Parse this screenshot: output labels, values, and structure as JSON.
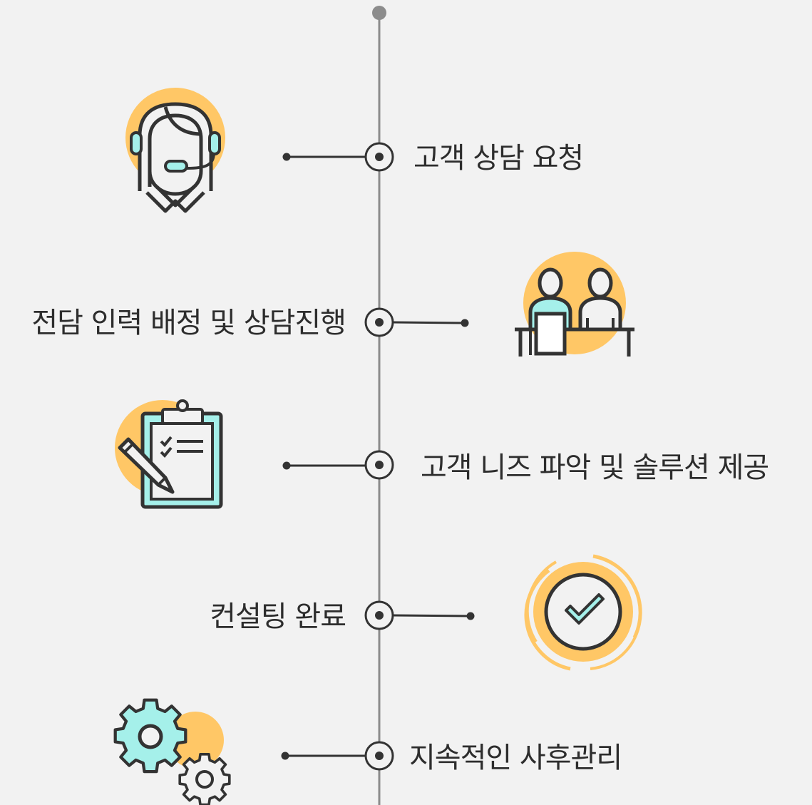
{
  "steps": [
    {
      "label": "고객 상담 요청",
      "icon": "headset-agent-icon"
    },
    {
      "label": "전담 인력 배정 및 상담진행",
      "icon": "two-people-at-desk-icon"
    },
    {
      "label": "고객 니즈 파악 및 솔루션 제공",
      "icon": "clipboard-checklist-pencil-icon"
    },
    {
      "label": "컨설팅 완료",
      "icon": "check-circle-icon"
    },
    {
      "label": "지속적인 사후관리",
      "icon": "gears-icon"
    }
  ],
  "colors": {
    "background": "#f2f2f2",
    "timeline": "#8c8c8c",
    "stroke": "#333333",
    "accent_orange": "#ffc766",
    "accent_teal": "#a5f0ea"
  }
}
